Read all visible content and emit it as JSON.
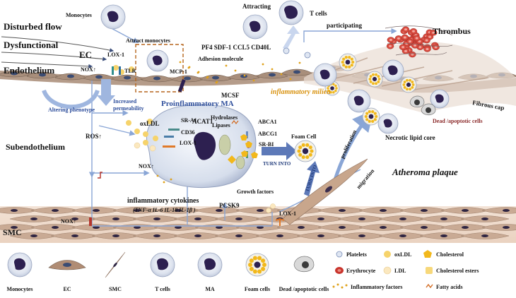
{
  "labels": {
    "disturbed_flow": "Disturbed flow",
    "dysfunctional": "Dysfunctional",
    "ec": "EC",
    "endothelium": "Endothelium",
    "monocytes_top": "Monocytes",
    "attract_monocytes": "Attract monocytes",
    "lox1_top": "LOX-1",
    "tlr": "TLR",
    "nox_top": "NOX↑",
    "mcp1": "MCP-1",
    "adhesion_molecule": "Adhesion molecule",
    "chemokines": "PF4  SDF-1  CCL5  CD40L",
    "attracting": "Attracting",
    "t_cells_top": "T cells",
    "participating": "participating",
    "thrombus": "Thrombus",
    "fibrous_cap": "Fibrous cap",
    "inflammatory_milieu": "inflammatory milieu",
    "dead_apoptotic_top": "Dead /apoptotic cells",
    "necrotic_lipid_core": "Necrotic lipid core",
    "atheroma_plaque": "Atheroma plaque",
    "altering_phenotype": "Altering phenotype",
    "increased_permeability": "Increased permeability",
    "mcsf": "MCSF",
    "proinflammatory_ma": "Proinflammatory MA",
    "subendothelium": "Subendothelium",
    "ros": "ROS↑",
    "oxldl_mid": "oxLDL",
    "sr_a1": "SR-A1",
    "cd36": "CD36",
    "lox1_mid": "LOX-1",
    "acat1": "ACAT1",
    "hydrolases": "Hydrolases",
    "lipases": "Lipases",
    "abca1": "ABCA1",
    "abcg1": "ABCG1",
    "sr_bi": "SR-BI",
    "foam_cell": "Foam Cell",
    "turn_into_1": "TURN INTO",
    "turn_into_2": "TURN INTO",
    "proliferation": "proliferation",
    "migration": "migration",
    "nox_mid": "NOX↑",
    "inflammatory_cytokines": "inflammatory cytokines",
    "cytokine_list": "(TNF-α IL-6 IL-18 IL-1β )",
    "growth_factors": "Growth factors",
    "pcsk9": "PCSK9",
    "lox1_bottom": "LOX-1",
    "nox_bottom": "NOX↑",
    "smc": "SMC"
  },
  "legend": {
    "cells": [
      "Monocytes",
      "EC",
      "SMC",
      "T cells",
      "MA",
      "Foam cells",
      "Dead /apoptotic cells"
    ],
    "items": {
      "platelets": "Platelets",
      "oxldl": "oxLDL",
      "cholesterol": "Cholesterol",
      "erythrocyte": "Erythrocyte",
      "ldl": "LDL",
      "cholesterol_esters": "Cholesterol esters",
      "inflammatory_factors": "Inflammatory factors",
      "fatty_acids": "Fatty acids"
    }
  },
  "colors": {
    "arrow_blue": "#8aa6d6",
    "cell_purple": "#2d2050",
    "cell_pale": "#dfe4ef",
    "endothelium": "#9c8676",
    "smc_tissue": "#c6a891",
    "cholesterol": "#f2b81b",
    "oxldl": "#f6d36b",
    "erythrocyte": "#c9352d",
    "thrombus_red": "#d84a3e",
    "dashed_box": "#b5651d"
  }
}
